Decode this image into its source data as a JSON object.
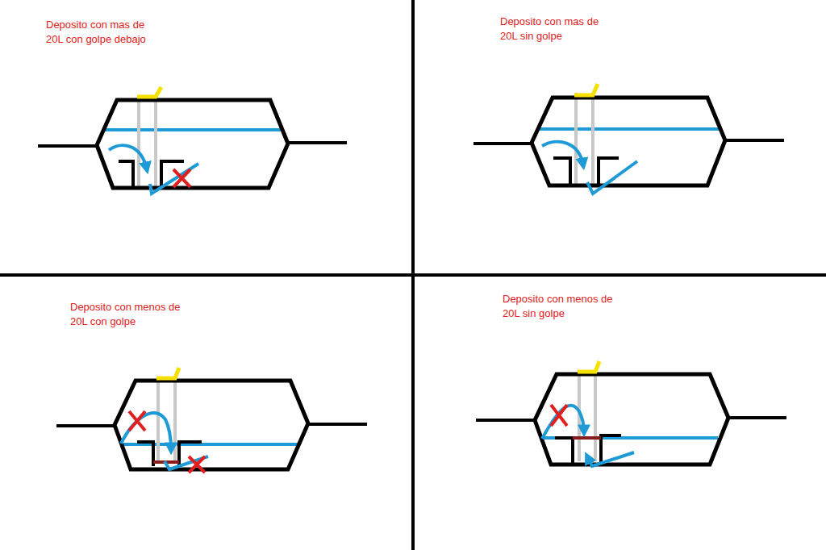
{
  "diagram": {
    "labels": [
      "Deposito con mas de 20L con golpe debajo",
      "Deposito con mas de 20L sin golpe",
      "Deposito con menos de 20L con golpe",
      "Deposito con menos de 20L sin golpe"
    ]
  }
}
